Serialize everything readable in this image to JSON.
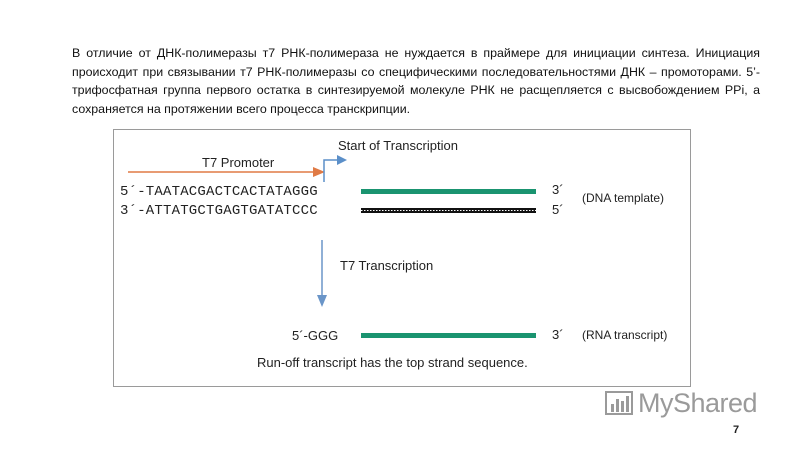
{
  "slide": {
    "paragraph": "В отличие от ДНК-полимеразы т7 РНК-полимераза не нуждается в праймере для инициации синтеза. Инициация происходит при связывании т7 РНК-полимеразы со специфическими последовательностями ДНК – промоторами. 5’-трифосфатная группа первого остатка в синтезируемой молекуле РНК не расщепляется с высвобождением PPi, а сохраняется на протяжении всего процесса транскрипции.",
    "page_number": "7"
  },
  "figure": {
    "start_label": "Start of Transcription",
    "promoter_label": "T7 Promoter",
    "top_strand": "5´-TAATACGACTCACTATAGGG",
    "bottom_strand": "3´-ATTATGCTGAGTGATATCCC",
    "top_end": "3´",
    "bottom_end": "5´",
    "dna_label": "(DNA template)",
    "transcription_label": "T7 Transcription",
    "rna_start": "5´-GGG",
    "rna_end": "3´",
    "rna_label": "(RNA transcript)",
    "caption": "Run-off transcript has the top strand sequence."
  },
  "colors": {
    "promoter_arrow": "#e07a45",
    "start_arrow": "#5b8fc9",
    "down_arrow": "#6a95c8",
    "green_strand": "#1a9470",
    "black_strand": "#111111"
  },
  "watermark": {
    "text": "MyShared",
    "icon": "bar-chart-icon"
  }
}
